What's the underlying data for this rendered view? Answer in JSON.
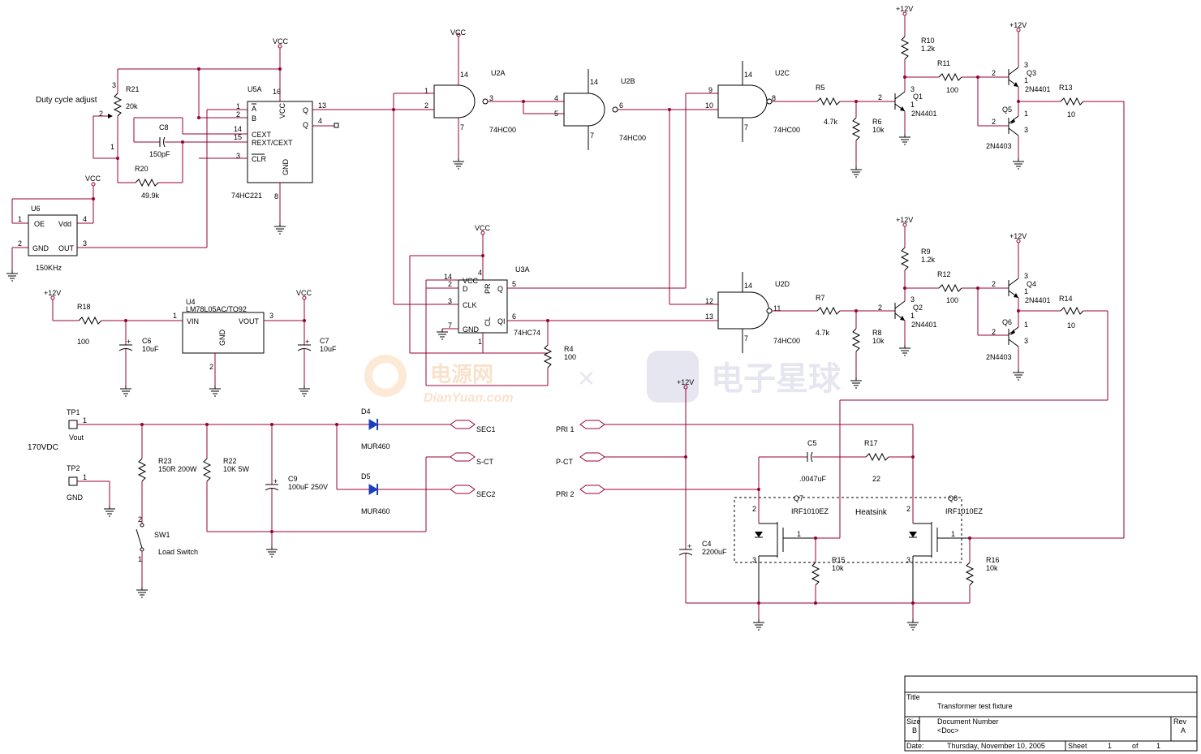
{
  "labels": {
    "duty": "Duty cycle adjust",
    "vcc": "VCC",
    "p12": "+12V",
    "hv": "170VDC",
    "heatsink": "Heatsink",
    "khz": "150KHz"
  },
  "parts": {
    "u5a": {
      "ref": "U5A",
      "val": "74HC221",
      "pins": {
        "a": "A",
        "b": "B",
        "cext": "CEXT",
        "rext": "REXT/CEXT",
        "clr": "CLR",
        "vcc": "VCC",
        "gnd": "GND",
        "q": "Q",
        "qn": "Q"
      }
    },
    "u6": {
      "ref": "U6",
      "val": "150KHz",
      "pins": {
        "oe": "OE",
        "vdd": "Vdd",
        "gnd": "GND",
        "out": "OUT"
      }
    },
    "u4": {
      "ref": "U4",
      "val": "LM78L05AC/TO92",
      "pins": {
        "vin": "VIN",
        "vout": "VOUT",
        "gnd": "GND"
      }
    },
    "u2a": {
      "ref": "U2A",
      "val": "74HC00"
    },
    "u2b": {
      "ref": "U2B",
      "val": "74HC00"
    },
    "u2c": {
      "ref": "U2C",
      "val": "74HC00"
    },
    "u2d": {
      "ref": "U2D",
      "val": "74HC00"
    },
    "u3a": {
      "ref": "U3A",
      "val": "74HC74",
      "pins": {
        "vcc": "VCC",
        "d": "D",
        "clk": "CLK",
        "gnd": "GND",
        "pr": "PR",
        "cl": "CL",
        "q": "Q",
        "qn": "QI"
      }
    },
    "r21": {
      "ref": "R21",
      "val": "20k"
    },
    "r20": {
      "ref": "R20",
      "val": "49.9k"
    },
    "c8": {
      "ref": "C8",
      "val": "150pF"
    },
    "r18": {
      "ref": "R18",
      "val": "100"
    },
    "c6": {
      "ref": "C6",
      "val": "10uF"
    },
    "c7": {
      "ref": "C7",
      "val": "10uF"
    },
    "r4": {
      "ref": "R4",
      "val": "100"
    },
    "r5": {
      "ref": "R5",
      "val": "4.7k"
    },
    "r6": {
      "ref": "R6",
      "val": "10k"
    },
    "r7": {
      "ref": "R7",
      "val": "4.7k"
    },
    "r8": {
      "ref": "R8",
      "val": "10k"
    },
    "r9": {
      "ref": "R9",
      "val": "1.2k"
    },
    "r10": {
      "ref": "R10",
      "val": "1.2k"
    },
    "r11": {
      "ref": "R11",
      "val": "100"
    },
    "r12": {
      "ref": "R12",
      "val": "100"
    },
    "r13": {
      "ref": "R13",
      "val": "10"
    },
    "r14": {
      "ref": "R14",
      "val": "10"
    },
    "q1": {
      "ref": "Q1",
      "val": "2N4401"
    },
    "q2": {
      "ref": "Q2",
      "val": "2N4401"
    },
    "q3": {
      "ref": "Q3",
      "val": "2N4401"
    },
    "q4": {
      "ref": "Q4",
      "val": "2N4401"
    },
    "q5": {
      "ref": "Q5",
      "val": "2N4403"
    },
    "q6": {
      "ref": "Q6",
      "val": "2N4403"
    },
    "tp1": {
      "ref": "TP1",
      "val": "Vout"
    },
    "tp2": {
      "ref": "TP2",
      "val": "GND"
    },
    "r23": {
      "ref": "R23",
      "val": "150R 200W"
    },
    "r22": {
      "ref": "R22",
      "val": "10K 5W"
    },
    "c9": {
      "ref": "C9",
      "val": "100uF 250V"
    },
    "d4": {
      "ref": "D4",
      "val": "MUR460"
    },
    "d5": {
      "ref": "D5",
      "val": "MUR460"
    },
    "sw1": {
      "ref": "SW1",
      "val": "Load Switch"
    },
    "c5": {
      "ref": "C5",
      "val": ".0047uF"
    },
    "r17": {
      "ref": "R17",
      "val": "22"
    },
    "c4": {
      "ref": "C4",
      "val": "2200uF"
    },
    "q7": {
      "ref": "Q7",
      "val": "IRF1010EZ"
    },
    "q8": {
      "ref": "Q8",
      "val": "IRF1010EZ"
    },
    "r15": {
      "ref": "R15",
      "val": "10k"
    },
    "r16": {
      "ref": "R16",
      "val": "10k"
    }
  },
  "connectors": {
    "sec1": "SEC1",
    "sct": "S-CT",
    "sec2": "SEC2",
    "pri1": "PRI 1",
    "pct": "P-CT",
    "pri2": "PRI 2"
  },
  "titleblock": {
    "title_label": "Title",
    "title": "Transformer test fixture",
    "size_label": "Size",
    "size": "B",
    "doc_label": "Document Number",
    "doc": "<Doc>",
    "rev_label": "Rev",
    "rev": "A",
    "date_label": "Date:",
    "date": "Thursday, November 10, 2005",
    "sheet_label": "Sheet",
    "sheet": "1",
    "of_label": "of",
    "of": "1"
  },
  "watermark": {
    "cn1": "电源网",
    "site": "DianYuan.com",
    "x": "×",
    "cn2": "电子星球"
  },
  "colors": {
    "wire": "#990033",
    "diode": "#1a3fbf",
    "watermark_orange": "#f2a04a",
    "watermark_gray": "#8c8fb8"
  }
}
